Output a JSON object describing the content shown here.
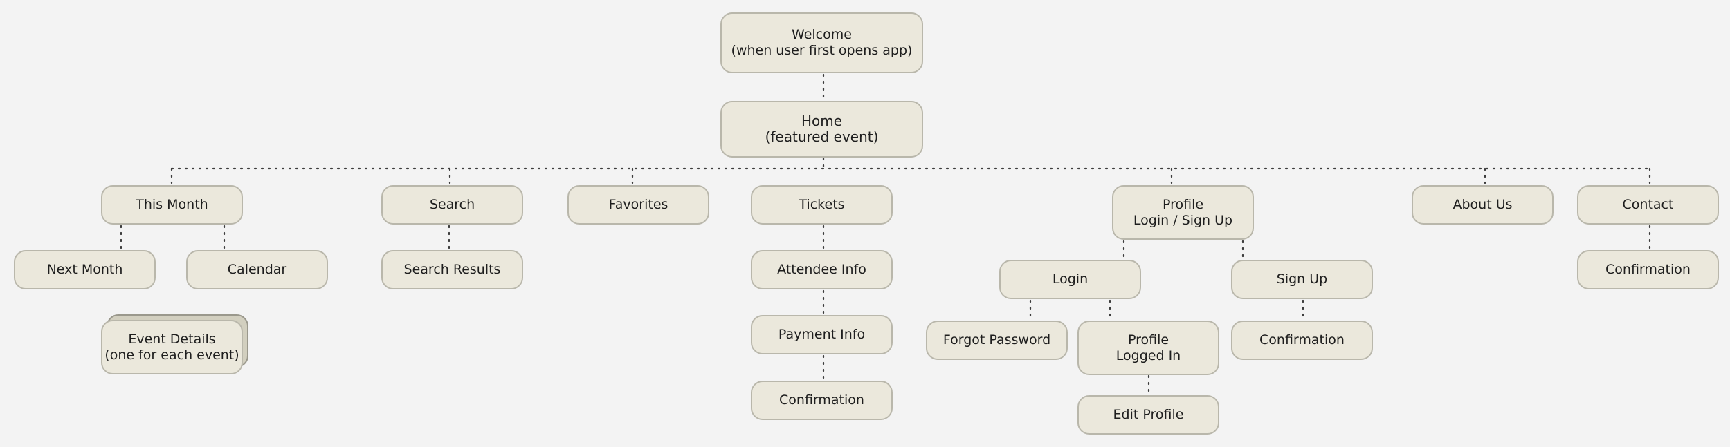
{
  "nodes": {
    "welcome": "Welcome\n(when user first opens app)",
    "home": "Home\n(featured event)",
    "this_month": "This Month",
    "search": "Search",
    "favorites": "Favorites",
    "tickets": "Tickets",
    "profile": "Profile\nLogin /  Sign Up",
    "about_us": "About Us",
    "contact": "Contact",
    "next_month": "Next Month",
    "calendar": "Calendar",
    "event_details": "Event Details\n(one for each event)",
    "search_results": "Search Results",
    "attendee_info": "Attendee Info",
    "payment_info": "Payment Info",
    "ticket_confirmation": "Confirmation",
    "login": "Login",
    "sign_up": "Sign Up",
    "forgot_password": "Forgot Password",
    "profile_logged_in": "Profile\nLogged In",
    "signup_confirmation": "Confirmation",
    "edit_profile": "Edit Profile",
    "contact_confirmation": "Confirmation"
  },
  "colors": {
    "background": "#f3f3f3",
    "node_fill": "#ebe8dc",
    "node_border": "#b9b7ab",
    "stack_fill": "#d2cfbf",
    "connector": "#3c3c3c"
  }
}
